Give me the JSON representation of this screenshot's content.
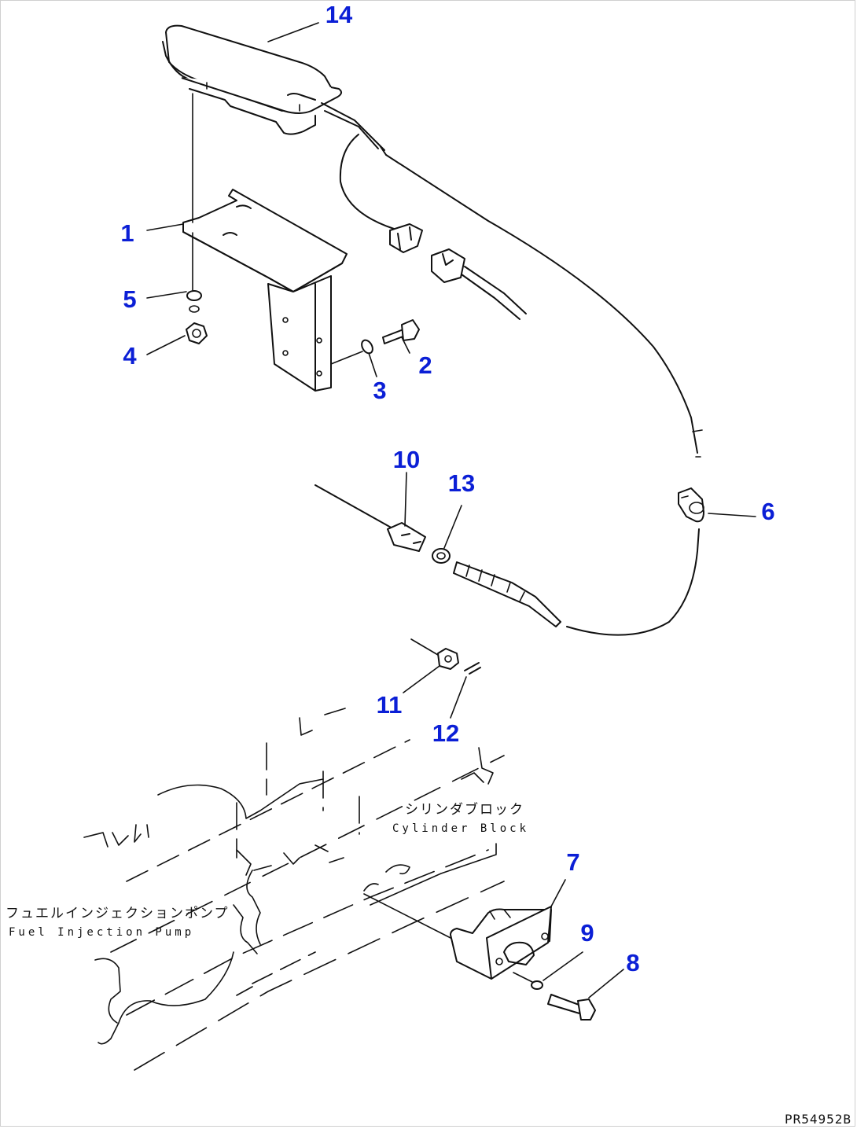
{
  "diagram": {
    "callouts": [
      {
        "id": "14",
        "label": "14"
      },
      {
        "id": "1",
        "label": "1"
      },
      {
        "id": "5",
        "label": "5"
      },
      {
        "id": "4",
        "label": "4"
      },
      {
        "id": "2",
        "label": "2"
      },
      {
        "id": "3",
        "label": "3"
      },
      {
        "id": "10",
        "label": "10"
      },
      {
        "id": "13",
        "label": "13"
      },
      {
        "id": "6",
        "label": "6"
      },
      {
        "id": "11",
        "label": "11"
      },
      {
        "id": "12",
        "label": "12"
      },
      {
        "id": "7",
        "label": "7"
      },
      {
        "id": "9",
        "label": "9"
      },
      {
        "id": "8",
        "label": "8"
      }
    ],
    "annotations": {
      "cylinder_block_jp": "シリンダブロック",
      "cylinder_block_en": "Cylinder Block",
      "fuel_pump_jp": "フュエルインジェクションポンプ",
      "fuel_pump_en": "Fuel Injection Pump"
    },
    "drawing_code": "PR54952B",
    "colors": {
      "callout": "#0b1fd6",
      "linework": "#111111",
      "background": "#ffffff"
    }
  }
}
